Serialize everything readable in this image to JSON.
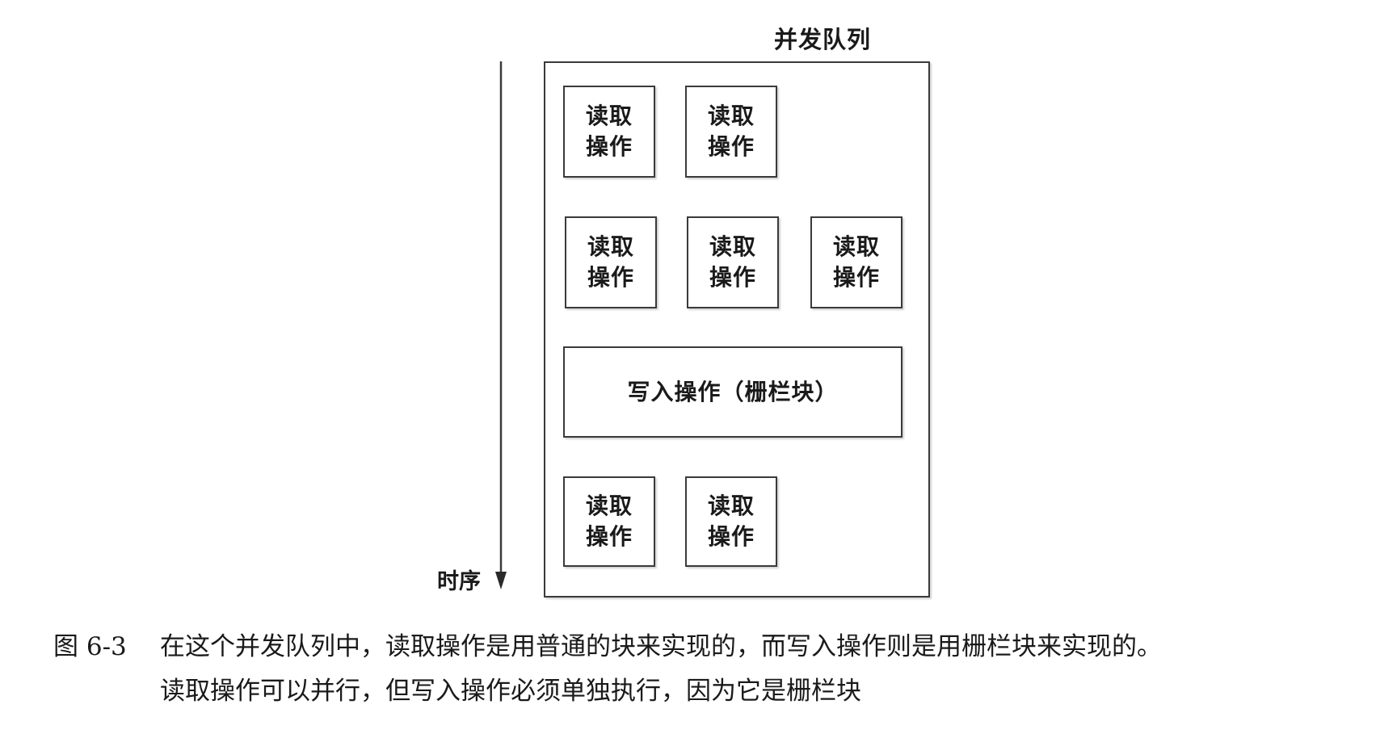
{
  "diagram": {
    "queue_title": "并发队列",
    "time_label": "时序",
    "read_op_label": "读取操作",
    "write_op_label": "写入操作（栅栏块）",
    "rows": [
      {
        "ops": [
          "读取操作",
          "读取操作"
        ]
      },
      {
        "ops": [
          "读取操作",
          "读取操作",
          "读取操作"
        ]
      },
      {
        "ops": [
          "写入操作（栅栏块）"
        ]
      },
      {
        "ops": [
          "读取操作",
          "读取操作"
        ]
      }
    ],
    "colors": {
      "stroke": "#3a3a3a",
      "text": "#1a1a1a",
      "background": "#ffffff"
    }
  },
  "caption": {
    "label": "图 6-3",
    "line1": "在这个并发队列中，读取操作是用普通的块来实现的，而写入操作则是用栅栏块来实现的。",
    "line2": "读取操作可以并行，但写入操作必须单独执行，因为它是栅栏块"
  }
}
